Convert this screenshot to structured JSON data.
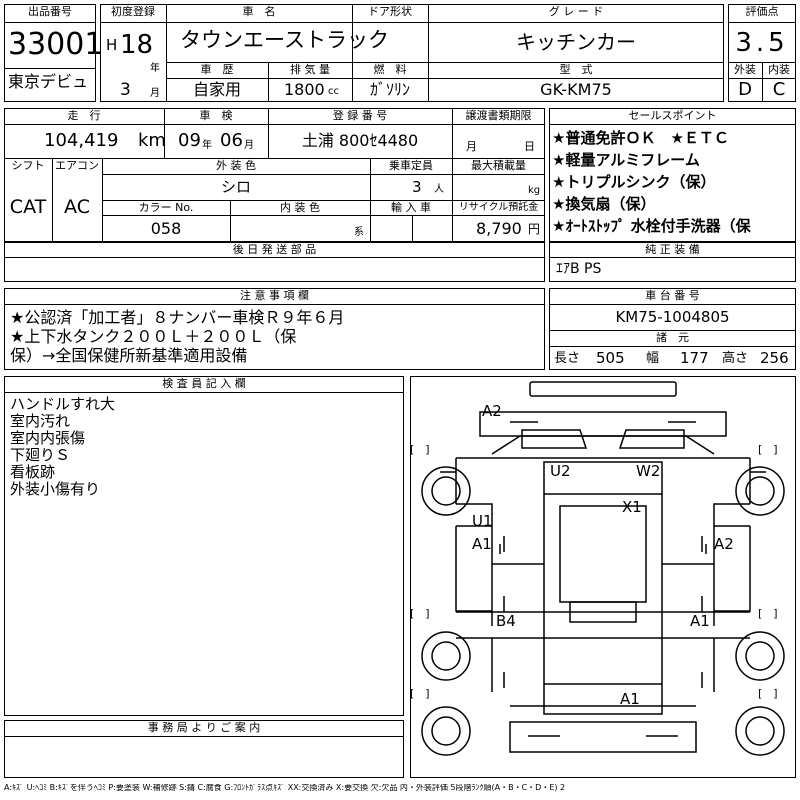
{
  "top": {
    "lot_label": "出品番号",
    "lot_number": "33001",
    "debut": "東京デビュ",
    "first_reg_label": "初度登録",
    "era": "H",
    "year": "18",
    "year_unit": "年",
    "month": "3",
    "month_unit": "月",
    "car_name_label": "車　名",
    "car_name": "タウンエーストラック",
    "door_label": "ドア形状",
    "grade_label": "グ レ ー ド",
    "grade": "キッチンカー",
    "score_label": "評価点",
    "score": "3.5",
    "history_label": "車　歴",
    "history": "自家用",
    "displacement_label": "排 気 量",
    "displacement": "1800",
    "displacement_unit": "cc",
    "fuel_label": "燃　料",
    "fuel": "ｶﾞｿﾘﾝ",
    "model_label": "型　式",
    "model": "GK-KM75",
    "exterior_label": "外装",
    "interior_label": "内装",
    "exterior_score": "D",
    "interior_score": "C"
  },
  "row2": {
    "mileage_label": "走　行",
    "mileage": "104,419",
    "mileage_unit": "km",
    "inspection_label": "車　検",
    "inspection_year": "09",
    "inspection_year_unit": "年",
    "inspection_month": "06",
    "inspection_month_unit": "月",
    "plate_label": "登 録 番 号",
    "plate": "土浦 800ｾ4480",
    "transfer_label": "譲渡書類期限",
    "transfer_month_unit": "月",
    "transfer_day_unit": "日",
    "shift_label": "シフト",
    "ac_label": "エアコン",
    "shift": "CAT",
    "ac": "AC",
    "color_label": "外 装 色",
    "color": "シロ",
    "capacity_label": "乗車定員",
    "capacity": "3",
    "capacity_unit": "人",
    "load_label": "最大積載量",
    "load_unit": "kg",
    "color_no_label": "カラー No.",
    "color_no": "058",
    "interior_color_label": "内 装 色",
    "interior_color_unit": "系",
    "import_label": "輸 入 車",
    "recycle_label": "リサイクル預託金",
    "recycle": "8,790",
    "recycle_unit": "円"
  },
  "sales": {
    "label": "セールスポイント",
    "points": [
      "★普通免許ＯＫ　★ＥＴＣ",
      "★軽量アルミフレーム",
      "★トリプルシンク（保）",
      "★換気扇（保）",
      "★ｵｰﾄｽﾄｯﾌﾟ 水栓付手洗器（保"
    ]
  },
  "later_parts_label": "後 日 発 送 部 品",
  "equipment": {
    "label": "純 正 装 備",
    "value": "ｴｱB PS"
  },
  "notes": {
    "label": "注 意 事 項 欄",
    "lines": [
      "★公認済「加工者」８ナンバー車検Ｒ９年６月",
      "★上下水タンク２００Ｌ＋２００Ｌ（保",
      "保）→全国保健所新基準適用設備"
    ]
  },
  "chassis": {
    "label": "車 台 番 号",
    "value": "KM75-1004805",
    "dims_label": "諸　元",
    "length_label": "長さ",
    "length": "505",
    "width_label": "幅",
    "width": "177",
    "height_label": "高さ",
    "height": "256"
  },
  "inspector": {
    "label": "検 査 員 記 入 欄",
    "lines": [
      "ハンドルすれ大",
      "室内汚れ",
      "室内内張傷",
      "下廻りＳ",
      "看板跡",
      "外装小傷有り"
    ]
  },
  "office_label": "事 務 局 よ り ご 案 内",
  "damage_marks": [
    "A2",
    "U2",
    "W2",
    "X1",
    "U1",
    "A1",
    "A2",
    "B4",
    "A1",
    "A1"
  ],
  "bracket": "[　]",
  "legend": "A:ｷｽﾞ U:ﾍｺﾐ B:ｷｽﾞを伴うﾍｺﾐ P:要塗装 W:補修跡 S:錆 C:腐食 G:ﾌﾛﾝﾄｶﾞﾗｽ点ｷｽﾞ XX:交換済み X:要交換 欠:欠品 内・外装評価 5段階ﾗﾝｸ順(A・B・C・D・E) 2"
}
